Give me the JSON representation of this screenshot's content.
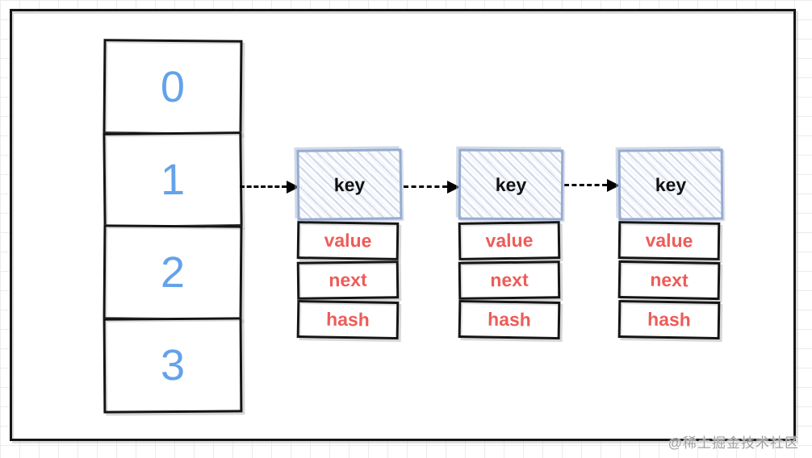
{
  "diagram": {
    "title_hint": "hash-table-with-chained-linked-list",
    "buckets": [
      "0",
      "1",
      "2",
      "3"
    ],
    "nodes": [
      {
        "key_label": "key",
        "fields": [
          "value",
          "next",
          "hash"
        ]
      },
      {
        "key_label": "key",
        "fields": [
          "value",
          "next",
          "hash"
        ]
      },
      {
        "key_label": "key",
        "fields": [
          "value",
          "next",
          "hash"
        ]
      }
    ],
    "arrows": [
      {
        "from": "bucket-1",
        "to": "node-1"
      },
      {
        "from": "node-1",
        "to": "node-2"
      },
      {
        "from": "node-2",
        "to": "node-3"
      }
    ],
    "watermark": "@稀土掘金技术社区",
    "colors": {
      "bucket_number": "#64a2ea",
      "field_text": "#ed5c58",
      "key_border": "#96abce",
      "arrow": "#000000"
    }
  }
}
